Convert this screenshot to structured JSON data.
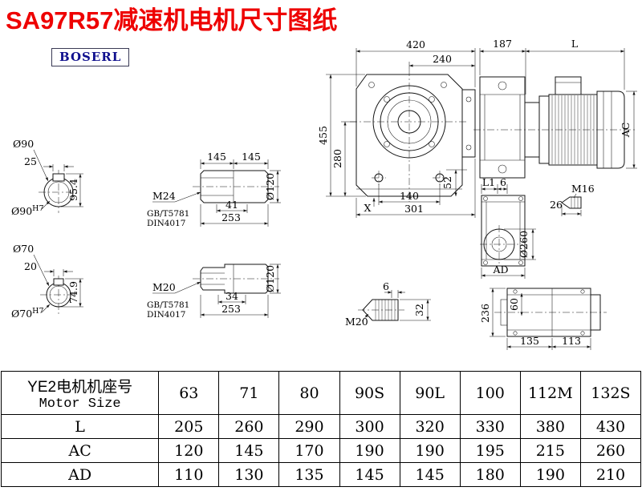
{
  "page": {
    "title": "SA97R57减速机电机尺寸图纸",
    "logo": "BOSERL"
  },
  "dims": {
    "width_420": "420",
    "width_240": "240",
    "width_187": "187",
    "len_L": "L",
    "ac": "AC",
    "h455": "455",
    "h280": "280",
    "h52": "52",
    "b140": "140",
    "b301": "301",
    "x_mark": "X",
    "s1_dia": "Ø90",
    "s1_height": "95.4",
    "s1_key": "25",
    "s1_fit": "Ø90",
    "s1_fit_sup": "H7",
    "s2_dia": "Ø70",
    "s2_height": "74.9",
    "s2_key": "20",
    "s2_fit": "Ø70",
    "s2_fit_sup": "H7",
    "mid_145_a": "145",
    "mid_145_b": "145",
    "d120_a": "Ø120",
    "d120_b": "Ø120",
    "m24": "M24",
    "gb_a": "GB/T5781",
    "din_a": "DIN4017",
    "len41": "41",
    "len253_a": "253",
    "m20_a": "M20",
    "gb_b": "GB/T5781",
    "din_b": "DIN4017",
    "len34": "34",
    "len253_b": "253",
    "l1": "L1",
    "six_a": "6",
    "m16": "M16",
    "n26": "26",
    "d260": "Ø260",
    "ad": "AD",
    "six_b": "6",
    "n32": "32",
    "m20_b": "M20",
    "n236": "236",
    "n60": "60",
    "b135": "135",
    "b113": "113"
  },
  "table": {
    "header": {
      "line1": "YE2电机机座号",
      "line2": "Motor Size"
    },
    "sizes": [
      "63",
      "71",
      "80",
      "90S",
      "90L",
      "100",
      "112M",
      "132S"
    ],
    "rows": [
      {
        "label": "L",
        "values": [
          "205",
          "260",
          "290",
          "300",
          "320",
          "330",
          "380",
          "430"
        ]
      },
      {
        "label": "AC",
        "values": [
          "120",
          "145",
          "170",
          "190",
          "190",
          "195",
          "215",
          "260"
        ]
      },
      {
        "label": "AD",
        "values": [
          "110",
          "130",
          "135",
          "145",
          "145",
          "180",
          "190",
          "210"
        ]
      }
    ]
  }
}
